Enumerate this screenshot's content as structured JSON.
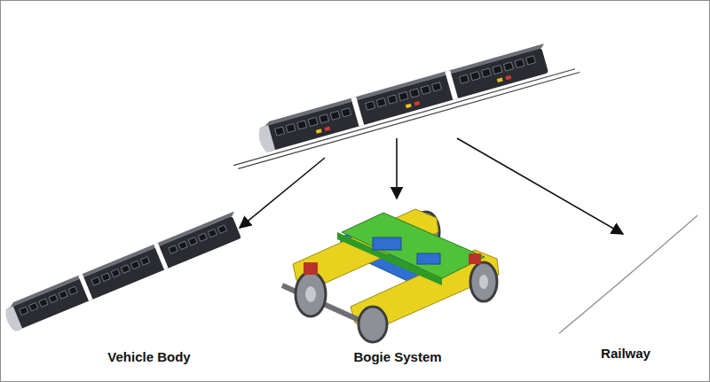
{
  "diagram": {
    "labels": [
      "Vehicle Body",
      "Bogie System",
      "Railway"
    ]
  }
}
